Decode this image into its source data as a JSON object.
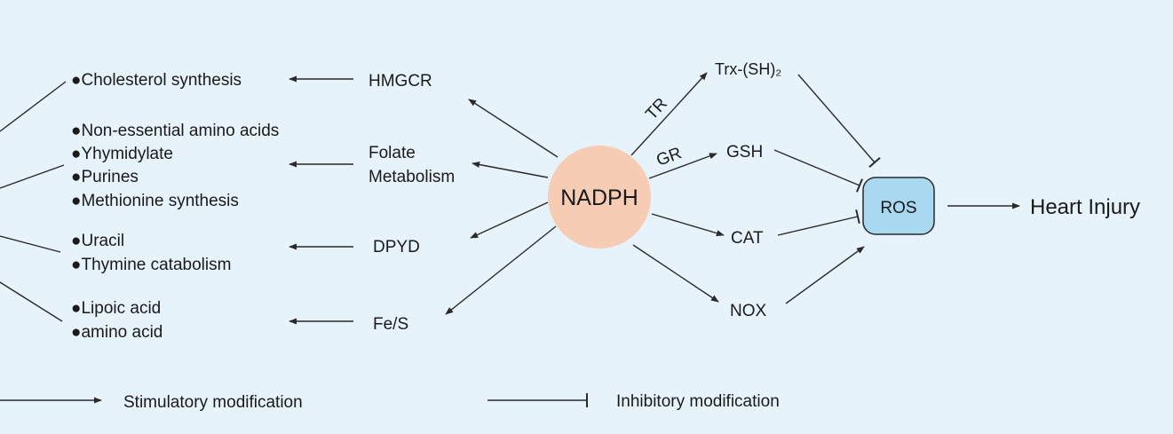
{
  "left_outputs": {
    "cholesterol": "●Cholesterol synthesis",
    "folate_items": [
      "●Non-essential amino acids",
      "●Yhymidylate",
      "●Purines",
      "●Methionine synthesis"
    ],
    "dpyd_items": [
      "●Uracil",
      "●Thymine catabolism"
    ],
    "fes_items": [
      "●Lipoic acid",
      "●amino acid"
    ]
  },
  "pathways": {
    "hmgcr": "HMGCR",
    "folate_line1": "Folate",
    "folate_line2": "Metabolism",
    "dpyd": "DPYD",
    "fes": "Fe/S"
  },
  "center": {
    "label": "NADPH",
    "color": "#f6cdb4"
  },
  "right_targets": {
    "trx": "Trx-(SH)₂",
    "gsh": "GSH",
    "cat": "CAT",
    "nox": "NOX",
    "tr": "TR",
    "gr": "GR"
  },
  "ros": {
    "label": "ROS",
    "color": "#a9d8f1"
  },
  "outcome": "Heart Injury",
  "legend": {
    "stimulatory": "Stimulatory modification",
    "inhibitory": "Inhibitory modification"
  },
  "colors": {
    "background": "#e7f3fb",
    "line": "#2a2a2a"
  }
}
